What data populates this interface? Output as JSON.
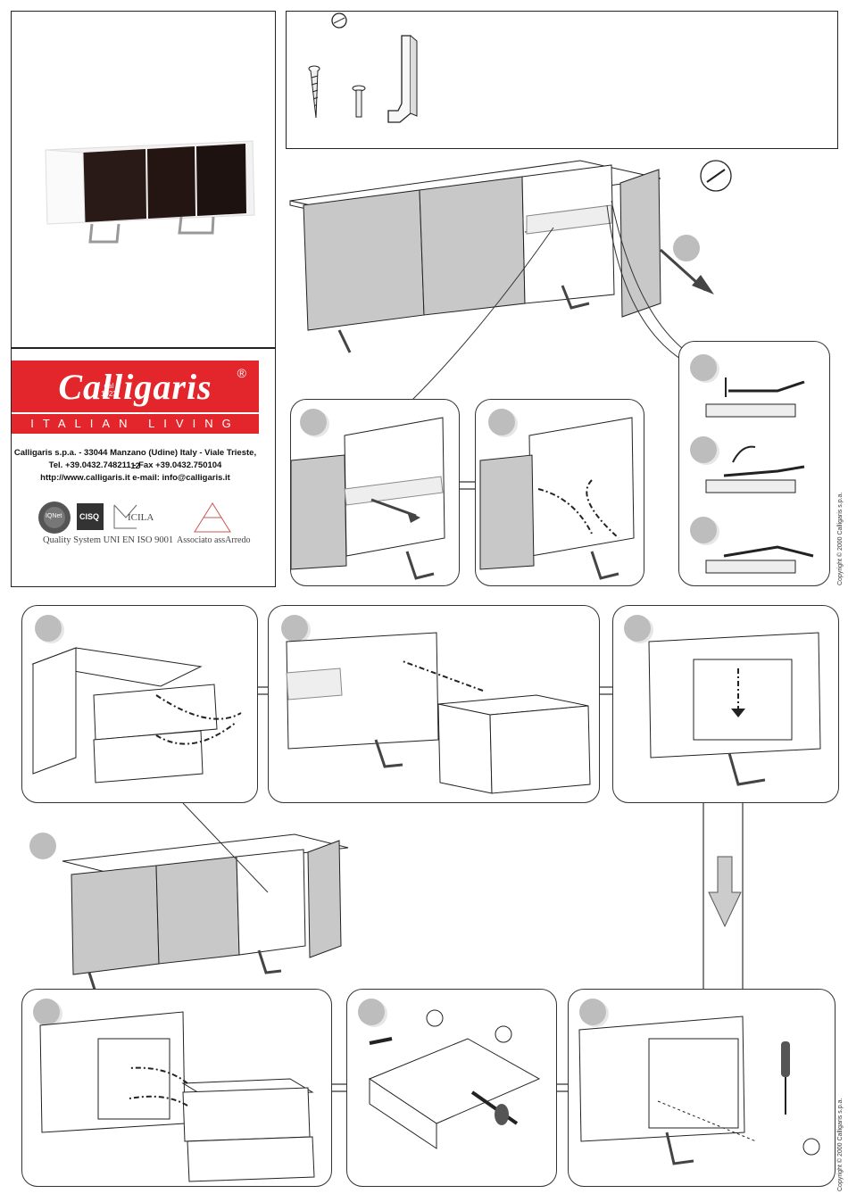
{
  "brand": {
    "name": "Calligaris",
    "registered": "®",
    "since_label": "dal",
    "since_year": "1923",
    "tagline": "ITALIAN LIVING"
  },
  "contact": {
    "address": "Calligaris s.p.a. - 33044 Manzano (Udine) Italy - Viale Trieste, 12",
    "phone_fax": "Tel. +39.0432.748211 - Fax +39.0432.750104",
    "web_email": "http://www.calligaris.it    e-mail: info@calligaris.it"
  },
  "certifications": {
    "iqnet": "IQNet",
    "cisq": "CISQ",
    "icila": "ICILA",
    "quality_system": "Quality System UNI EN ISO 9001",
    "association": "Associato assArredo"
  },
  "copyright": "Copyright © 2000 Calligaris s.p.a.",
  "colors": {
    "brand_red": "#e3262b",
    "door_gray": "#c8c8c8",
    "step_badge": "#bdbdbd",
    "veneer_dark": "#2a1a17"
  },
  "icons": [
    "screwdriver-icon",
    "screw-icon",
    "handle-icon",
    "arrow-icon"
  ]
}
